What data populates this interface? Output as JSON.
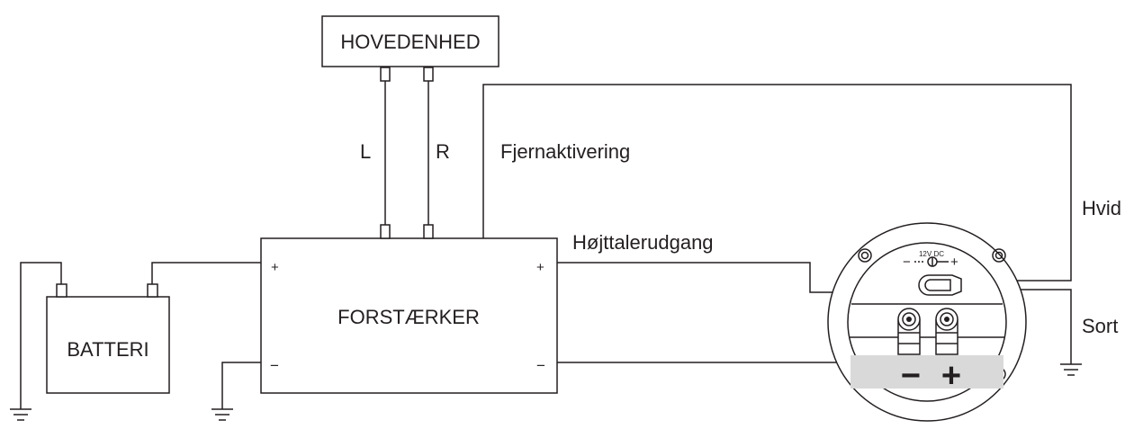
{
  "diagram": {
    "components": {
      "head_unit": "HOVEDENHED",
      "amplifier": "FORSTÆRKER",
      "battery": "BATTERI"
    },
    "labels": {
      "left_channel": "L",
      "right_channel": "R",
      "remote": "Fjernaktivering",
      "speaker_output": "Højttalerudgang",
      "white": "Hvid",
      "black": "Sort"
    },
    "amp_terminals": {
      "in_plus": "+",
      "in_minus": "−",
      "out_plus": "+",
      "out_minus": "−"
    },
    "speaker": {
      "dc_label": "12V DC",
      "dc_minus": "−",
      "dc_plus": "+",
      "terminal_minus": "−",
      "terminal_plus": "+"
    }
  }
}
